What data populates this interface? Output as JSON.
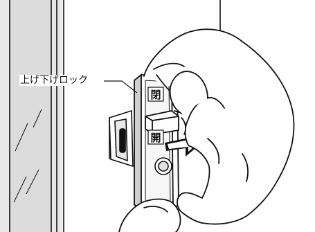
{
  "illustration": {
    "callout_label": "上げ下げロック",
    "indicator_top": "閉",
    "indicator_bottom": "開"
  }
}
